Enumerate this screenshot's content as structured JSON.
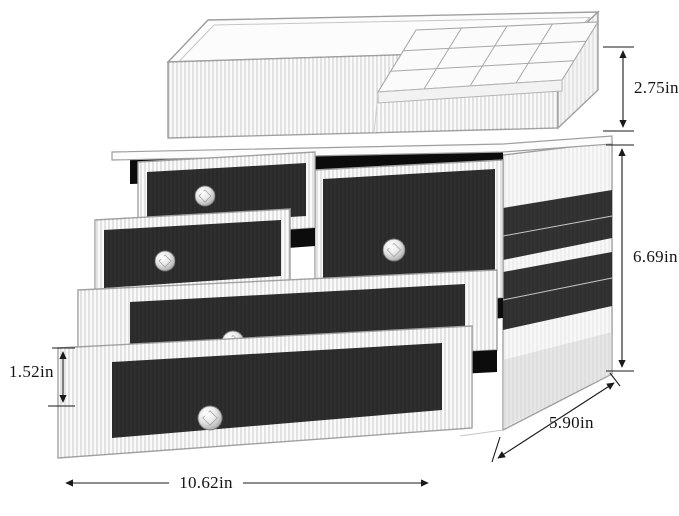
{
  "figure": {
    "subject": "Clear acrylic cosmetic organizer with stacked pull-out drawers and top lipstick tray",
    "type": "product dimension diagram"
  },
  "dimensions": {
    "top_section_height": "2.75in",
    "main_section_height": "6.69in",
    "depth": "5.90in",
    "width": "10.62in",
    "drawer_height": "1.52in"
  },
  "colors": {
    "background": "#ffffff",
    "acrylic_outline": "#9e9e9e",
    "drawer_interior": "#0d0d0d",
    "dimension_lines": "#1a1a1a"
  }
}
